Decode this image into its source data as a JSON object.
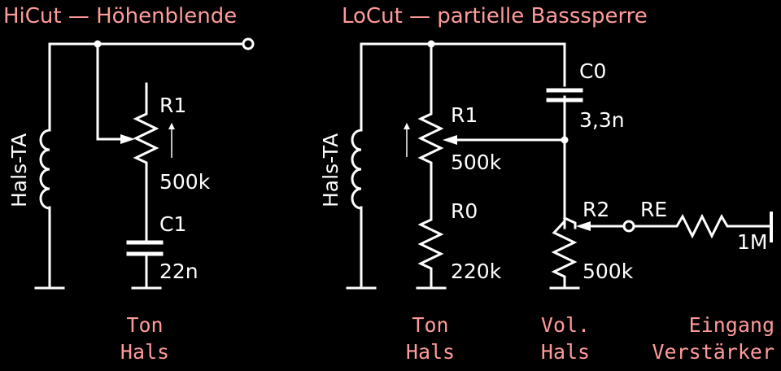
{
  "colors": {
    "background": "#000000",
    "wire": "#ffffff",
    "accent": "#ff9a9a"
  },
  "hicut": {
    "title": "HiCut — Höhenblende",
    "pickup": "Hals-TA",
    "pot_name": "R1",
    "pot_value": "500k",
    "cap_name": "C1",
    "cap_value": "22n",
    "caption": [
      "Ton",
      "Hals"
    ]
  },
  "locut": {
    "title": "LoCut — partielle Basssperre",
    "pickup": "Hals-TA",
    "pot1_name": "R1",
    "pot1_value": "500k",
    "r0_name": "R0",
    "r0_value": "220k",
    "cap_name": "C0",
    "cap_value": "3,3n",
    "pot2_name": "R2",
    "pot2_value": "500k",
    "re_name": "RE",
    "re_value": "1M",
    "caption_tone": [
      "Ton",
      "Hals"
    ],
    "caption_vol": [
      "Vol.",
      "Hals"
    ],
    "caption_input": [
      "Eingang",
      "Verstärker"
    ]
  }
}
